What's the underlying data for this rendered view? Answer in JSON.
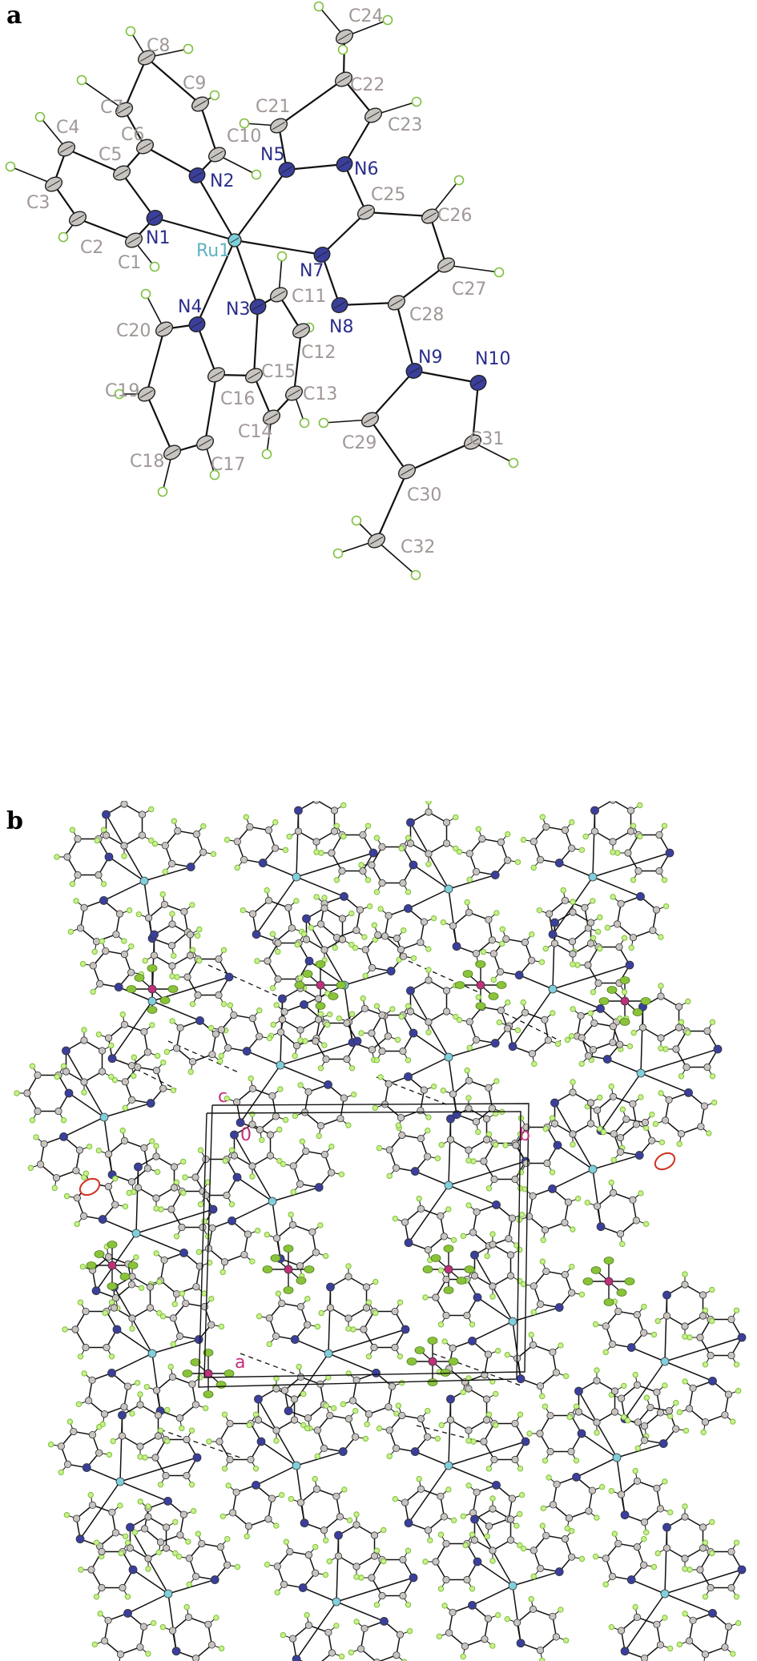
{
  "panels": {
    "a": {
      "label": "a"
    },
    "b": {
      "label": "b"
    }
  },
  "colors": {
    "carbon_label": "#a09896",
    "nitrogen_label": "#2b2f8a",
    "ruthenium_label": "#5fb3c4",
    "carbon_fill": "#c8c4c0",
    "nitrogen_fill": "#3a3f9c",
    "ruthenium_fill": "#7fd0dc",
    "hydrogen_stroke": "#7fbf3f",
    "chlorine_fill": "#8ac33a",
    "phosphorus_fill": "#c0307a",
    "oxygen_stroke": "#d03020",
    "bond": "#111111",
    "cell_axis_label": "#c0307a"
  },
  "panel_a": {
    "atoms": [
      {
        "id": "Ru1",
        "label": "Ru1",
        "el": "Ru"
      },
      {
        "id": "N1",
        "label": "N1",
        "el": "N"
      },
      {
        "id": "N2",
        "label": "N2",
        "el": "N"
      },
      {
        "id": "N3",
        "label": "N3",
        "el": "N"
      },
      {
        "id": "N4",
        "label": "N4",
        "el": "N"
      },
      {
        "id": "N5",
        "label": "N5",
        "el": "N"
      },
      {
        "id": "N6",
        "label": "N6",
        "el": "N"
      },
      {
        "id": "N7",
        "label": "N7",
        "el": "N"
      },
      {
        "id": "N8",
        "label": "N8",
        "el": "N"
      },
      {
        "id": "N9",
        "label": "N9",
        "el": "N"
      },
      {
        "id": "N10",
        "label": "N10",
        "el": "N"
      },
      {
        "id": "C1",
        "label": "C1",
        "el": "C"
      },
      {
        "id": "C2",
        "label": "C2",
        "el": "C"
      },
      {
        "id": "C3",
        "label": "C3",
        "el": "C"
      },
      {
        "id": "C4",
        "label": "C4",
        "el": "C"
      },
      {
        "id": "C5",
        "label": "C5",
        "el": "C"
      },
      {
        "id": "C6",
        "label": "C6",
        "el": "C"
      },
      {
        "id": "C7",
        "label": "C7",
        "el": "C"
      },
      {
        "id": "C8",
        "label": "C8",
        "el": "C"
      },
      {
        "id": "C9",
        "label": "C9",
        "el": "C"
      },
      {
        "id": "C10",
        "label": "C10",
        "el": "C"
      },
      {
        "id": "C11",
        "label": "C11",
        "el": "C"
      },
      {
        "id": "C12",
        "label": "C12",
        "el": "C"
      },
      {
        "id": "C13",
        "label": "C13",
        "el": "C"
      },
      {
        "id": "C14",
        "label": "C14",
        "el": "C"
      },
      {
        "id": "C15",
        "label": "C15",
        "el": "C"
      },
      {
        "id": "C16",
        "label": "C16",
        "el": "C"
      },
      {
        "id": "C17",
        "label": "C17",
        "el": "C"
      },
      {
        "id": "C18",
        "label": "C18",
        "el": "C"
      },
      {
        "id": "C19",
        "label": "C19",
        "el": "C"
      },
      {
        "id": "C20",
        "label": "C20",
        "el": "C"
      },
      {
        "id": "C21",
        "label": "C21",
        "el": "C"
      },
      {
        "id": "C22",
        "label": "C22",
        "el": "C"
      },
      {
        "id": "C23",
        "label": "C23",
        "el": "C"
      },
      {
        "id": "C24",
        "label": "C24",
        "el": "C"
      },
      {
        "id": "C25",
        "label": "C25",
        "el": "C"
      },
      {
        "id": "C26",
        "label": "C26",
        "el": "C"
      },
      {
        "id": "C27",
        "label": "C27",
        "el": "C"
      },
      {
        "id": "C28",
        "label": "C28",
        "el": "C"
      },
      {
        "id": "C29",
        "label": "C29",
        "el": "C"
      },
      {
        "id": "C30",
        "label": "C30",
        "el": "C"
      },
      {
        "id": "C31",
        "label": "C31",
        "el": "C"
      },
      {
        "id": "C32",
        "label": "C32",
        "el": "C"
      }
    ]
  },
  "panel_b": {
    "cell_axis_labels": [
      "c",
      "0",
      "b",
      "a"
    ]
  }
}
